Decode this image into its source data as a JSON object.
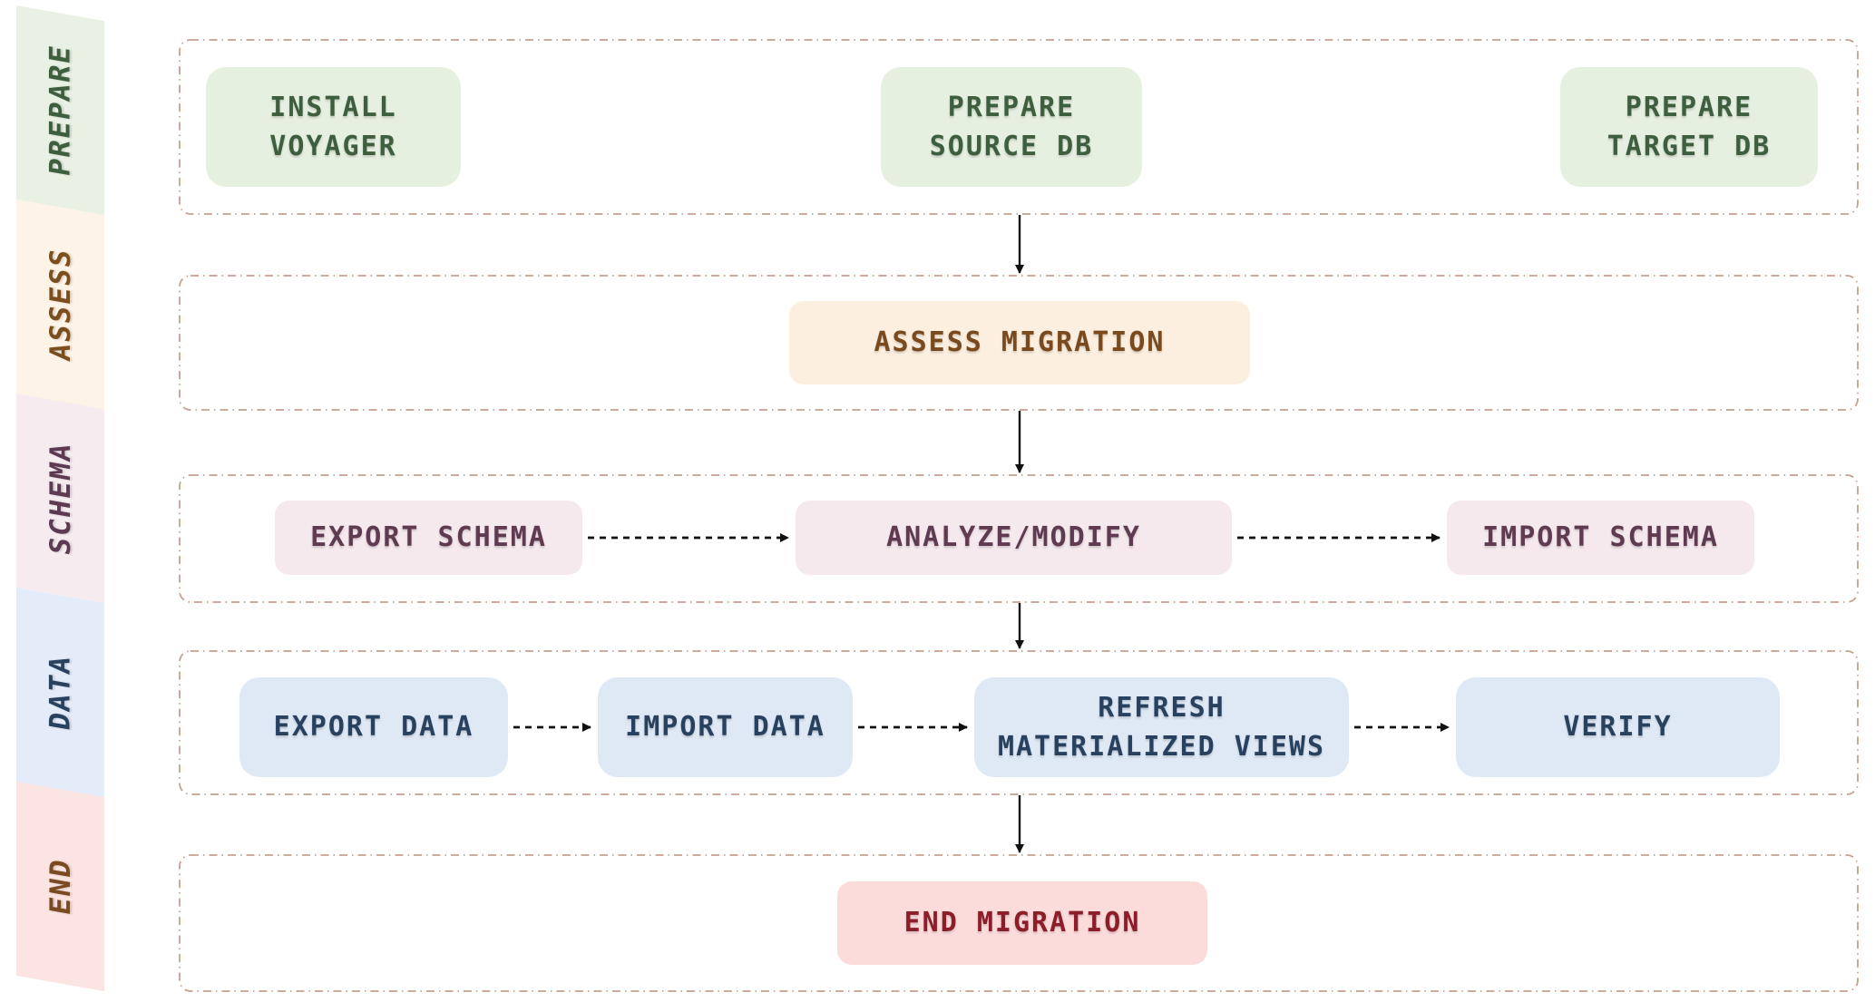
{
  "ribbon": {
    "bands": [
      {
        "id": "prepare",
        "label": "PREPARE",
        "bg": "#e9f1e4",
        "text_color": "#3d5f3e"
      },
      {
        "id": "assess",
        "label": "ASSESS",
        "bg": "#fdf3e6",
        "text_color": "#7d4e1d"
      },
      {
        "id": "schema",
        "label": "SCHEMA",
        "bg": "#f6ecef",
        "text_color": "#5d3a52"
      },
      {
        "id": "data",
        "label": "DATA",
        "bg": "#e4ecf9",
        "text_color": "#27415f"
      },
      {
        "id": "end",
        "label": "END",
        "bg": "#fce4e3",
        "text_color": "#7a4a21"
      }
    ]
  },
  "nodes": {
    "install_voyager": {
      "label": "INSTALL\nVOYAGER",
      "lane": "prepare"
    },
    "prepare_source_db": {
      "label": "PREPARE\nSOURCE DB",
      "lane": "prepare"
    },
    "prepare_target_db": {
      "label": "PREPARE\nTARGET DB",
      "lane": "prepare"
    },
    "assess_migration": {
      "label": "ASSESS MIGRATION",
      "lane": "assess"
    },
    "export_schema": {
      "label": "EXPORT SCHEMA",
      "lane": "schema"
    },
    "analyze_modify": {
      "label": "ANALYZE/MODIFY",
      "lane": "schema"
    },
    "import_schema": {
      "label": "IMPORT SCHEMA",
      "lane": "schema"
    },
    "export_data": {
      "label": "EXPORT DATA",
      "lane": "data"
    },
    "import_data": {
      "label": "IMPORT DATA",
      "lane": "data"
    },
    "refresh_materialized_views": {
      "label": "REFRESH\nMATERIALIZED VIEWS",
      "lane": "data"
    },
    "verify": {
      "label": "VERIFY",
      "lane": "data"
    },
    "end_migration": {
      "label": "END MIGRATION",
      "lane": "end"
    }
  },
  "flow": {
    "vertical_arrows": [
      "prepare-to-assess",
      "assess-to-schema",
      "schema-to-data",
      "data-to-end"
    ],
    "dashed_arrows": [
      "export-schema-to-analyze-modify",
      "analyze-modify-to-import-schema",
      "export-data-to-import-data",
      "import-data-to-refresh-materialized-views",
      "refresh-materialized-views-to-verify"
    ]
  },
  "colors": {
    "node_green_bg": "#e6f0e1",
    "node_green_text": "#3d5f3e",
    "node_cream_bg": "#fcefdf",
    "node_cream_text": "#7a4a1f",
    "node_pink_bg": "#f5e9ed",
    "node_pink_text": "#5f3a50",
    "node_blue_bg": "#dfe9f6",
    "node_blue_text": "#27415f",
    "node_red_bg": "#fcdbdb",
    "node_red_text": "#8e1d2a",
    "lane_border": "#c6a190",
    "arrow": "#111111",
    "background": "#ffffff"
  }
}
